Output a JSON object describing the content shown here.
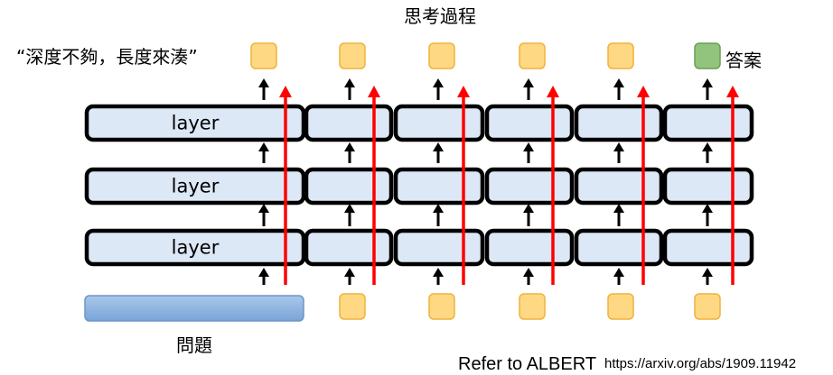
{
  "labels": {
    "thinking_process": "思考過程",
    "quote": "“深度不夠，長度來湊”",
    "answer": "答案",
    "question": "問題",
    "layer": "layer",
    "reference": "Refer to ALBERT",
    "reference_url": "https://arxiv.org/abs/1909.11942"
  },
  "colors": {
    "layer_fill": "#dce8f6",
    "layer_stroke": "#000000",
    "token_fill": "#ffd884",
    "token_stroke": "#f0b23a",
    "answer_fill": "#93c47d",
    "answer_stroke": "#6a9e54",
    "question_fill_top": "#a9c7ea",
    "question_fill_bottom": "#7aa4d8",
    "question_stroke": "#6d95c8",
    "black_arrow": "#000000",
    "red_arrow": "#ff0000"
  },
  "structure": {
    "num_layers": 3,
    "num_steps": 6
  }
}
